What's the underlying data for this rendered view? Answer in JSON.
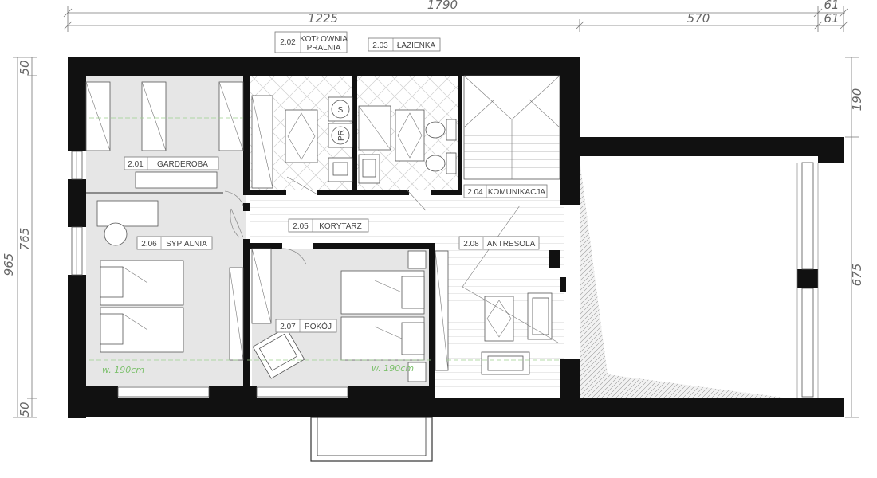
{
  "dimensions": {
    "top_total": "1790",
    "top_right_small_1": "61",
    "top_left": "1225",
    "top_mid": "570",
    "top_right_small_2": "61",
    "left_total": "965",
    "left_mid": "765",
    "left_top": "50",
    "left_bottom": "50",
    "right_top": "190",
    "right_bottom": "675"
  },
  "rooms": [
    {
      "code": "2.01",
      "name": "GARDEROBA"
    },
    {
      "code": "2.02",
      "name": "KOTŁOWNIA",
      "name2": "PRALNIA"
    },
    {
      "code": "2.03",
      "name": "ŁAZIENKA"
    },
    {
      "code": "2.04",
      "name": "KOMUNIKACJA"
    },
    {
      "code": "2.05",
      "name": "KORYTARZ"
    },
    {
      "code": "2.06",
      "name": "SYPIALNIA"
    },
    {
      "code": "2.07",
      "name": "POKÓJ"
    },
    {
      "code": "2.08",
      "name": "ANTRESOLA"
    }
  ],
  "notes": {
    "height_left": "w. 190cm",
    "height_right": "w. 190cm"
  },
  "fixtures": {
    "boiler_s": "S",
    "washer_pr": "PR"
  },
  "colors": {
    "wall": "#111111",
    "floor_gray": "#e6e6e6",
    "annotation_green": "#7cc06c"
  }
}
